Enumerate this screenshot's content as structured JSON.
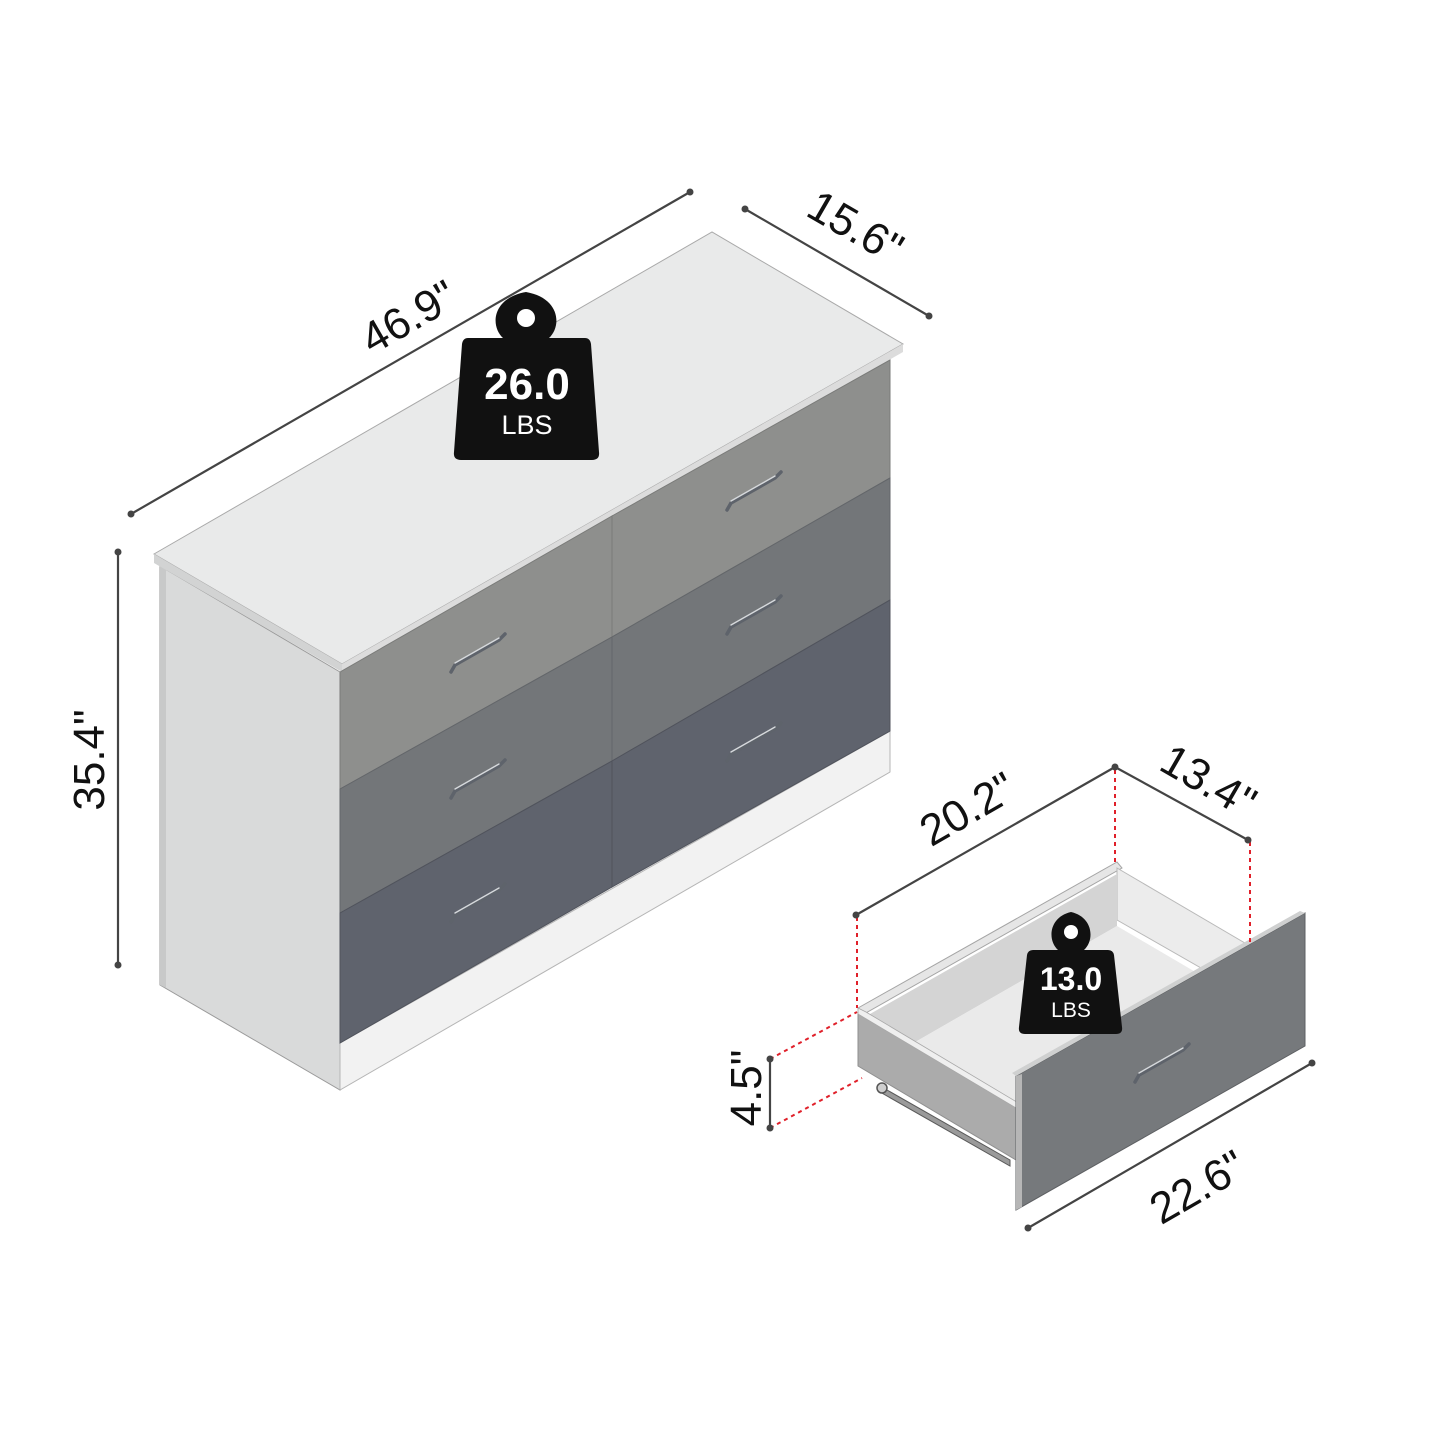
{
  "dresser": {
    "width": "46.9\"",
    "depth": "15.6\"",
    "height": "35.4\"",
    "weight": {
      "value": "26.0",
      "unit": "LBS"
    }
  },
  "drawer": {
    "inner_width": "20.2\"",
    "inner_depth": "13.4\"",
    "height": "4.5\"",
    "front_width": "22.6\"",
    "weight": {
      "value": "13.0",
      "unit": "LBS"
    }
  },
  "colors": {
    "body": "#d9dada",
    "top": "#e9eaea",
    "drawer_light": "#8e8f8d",
    "drawer_mid": "#737679",
    "drawer_dark": "#5f636d",
    "base": "#f2f2f2",
    "weight_icon": "#111111",
    "dimension_line": "#444444",
    "guide_dashes": "#e0202a"
  }
}
